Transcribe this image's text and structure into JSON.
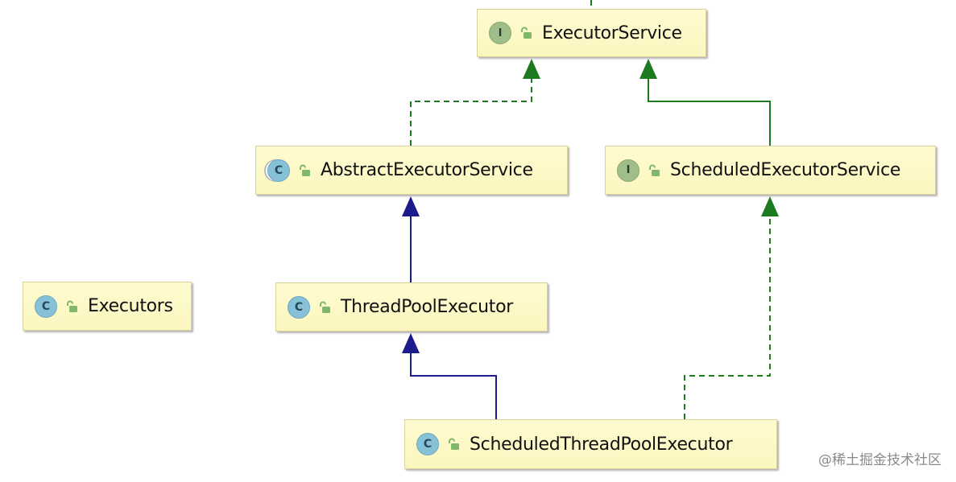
{
  "diagram": {
    "nodes": {
      "executor_service": {
        "label": "ExecutorService",
        "kind": "interface",
        "kind_letter": "I"
      },
      "abstract_executor_service": {
        "label": "AbstractExecutorService",
        "kind": "abstract class",
        "kind_letter": "C"
      },
      "scheduled_executor_service": {
        "label": "ScheduledExecutorService",
        "kind": "interface",
        "kind_letter": "I"
      },
      "executors": {
        "label": "Executors",
        "kind": "class",
        "kind_letter": "C"
      },
      "thread_pool_executor": {
        "label": "ThreadPoolExecutor",
        "kind": "class",
        "kind_letter": "C"
      },
      "scheduled_thread_pool_executor": {
        "label": "ScheduledThreadPoolExecutor",
        "kind": "class",
        "kind_letter": "C"
      }
    },
    "edges": [
      {
        "from": "abstract_executor_service",
        "to": "executor_service",
        "type": "implements",
        "style": "dashed",
        "color": "#1e7a1e"
      },
      {
        "from": "scheduled_executor_service",
        "to": "executor_service",
        "type": "extends",
        "style": "solid",
        "color": "#1e7a1e"
      },
      {
        "from": "thread_pool_executor",
        "to": "abstract_executor_service",
        "type": "extends",
        "style": "solid",
        "color": "#1b1b8c"
      },
      {
        "from": "scheduled_thread_pool_executor",
        "to": "thread_pool_executor",
        "type": "extends",
        "style": "solid",
        "color": "#1b1b8c"
      },
      {
        "from": "scheduled_thread_pool_executor",
        "to": "scheduled_executor_service",
        "type": "implements",
        "style": "dashed",
        "color": "#1e7a1e"
      }
    ],
    "colors": {
      "node_fill": "#fdf8c6",
      "interface_badge": "#9fbe8a",
      "class_badge": "#87c1d8",
      "implements_edge": "#1e7a1e",
      "extends_class_edge": "#1b1b8c",
      "lock_icon": "#7fb86a"
    }
  },
  "watermark": "@稀土掘金技术社区"
}
